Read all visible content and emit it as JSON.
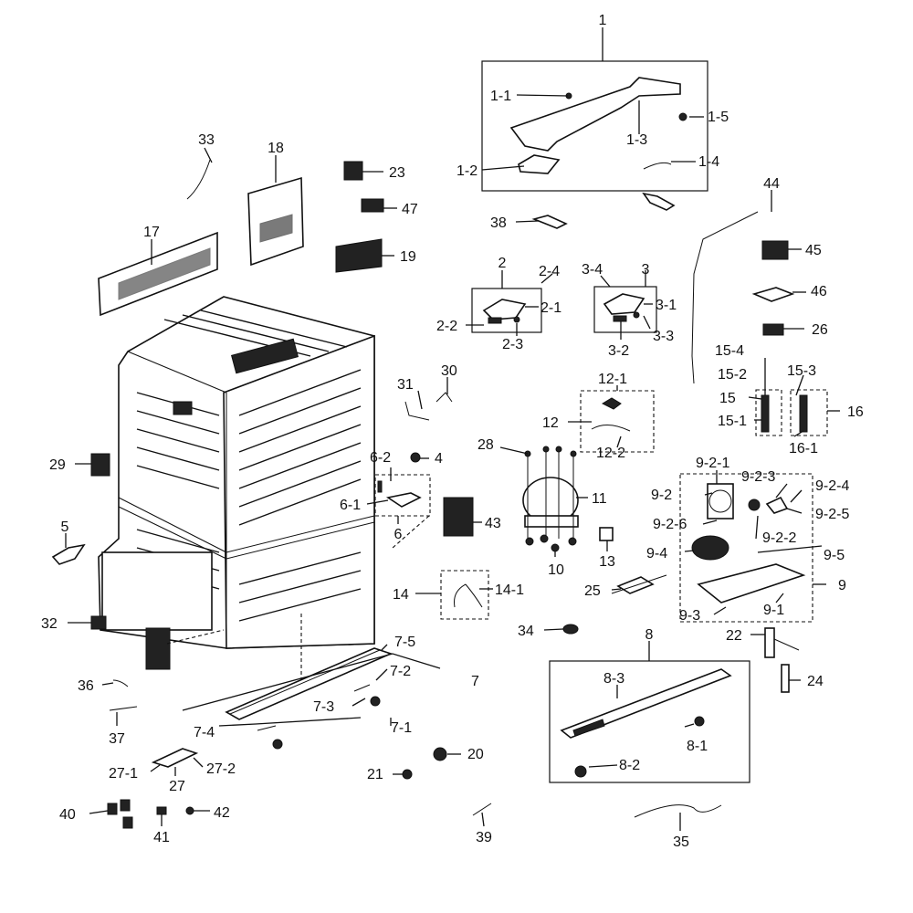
{
  "labels": {
    "p1": "1",
    "p1_1": "1-1",
    "p1_2": "1-2",
    "p1_3": "1-3",
    "p1_4": "1-4",
    "p1_5": "1-5",
    "p2": "2",
    "p2_1": "2-1",
    "p2_2": "2-2",
    "p2_3": "2-3",
    "p2_4": "2-4",
    "p3": "3",
    "p3_1": "3-1",
    "p3_2": "3-2",
    "p3_3": "3-3",
    "p3_4": "3-4",
    "p4": "4",
    "p5": "5",
    "p6": "6",
    "p6_1": "6-1",
    "p6_2": "6-2",
    "p7": "7",
    "p7_1": "7-1",
    "p7_2": "7-2",
    "p7_3": "7-3",
    "p7_4": "7-4",
    "p7_5": "7-5",
    "p8": "8",
    "p8_1": "8-1",
    "p8_2": "8-2",
    "p8_3": "8-3",
    "p9": "9",
    "p9_1": "9-1",
    "p9_2": "9-2",
    "p9_2_1": "9-2-1",
    "p9_2_2": "9-2-2",
    "p9_2_3": "9-2-3",
    "p9_2_4": "9-2-4",
    "p9_2_5": "9-2-5",
    "p9_2_6": "9-2-6",
    "p9_3": "9-3",
    "p9_4": "9-4",
    "p9_5": "9-5",
    "p10": "10",
    "p11": "11",
    "p12": "12",
    "p12_1": "12-1",
    "p12_2": "12-2",
    "p13": "13",
    "p14": "14",
    "p14_1": "14-1",
    "p15": "15",
    "p15_1": "15-1",
    "p15_2": "15-2",
    "p15_3": "15-3",
    "p15_4": "15-4",
    "p16": "16",
    "p16_1": "16-1",
    "p17": "17",
    "p18": "18",
    "p19": "19",
    "p20": "20",
    "p21": "21",
    "p22": "22",
    "p23": "23",
    "p24": "24",
    "p25": "25",
    "p26": "26",
    "p27": "27",
    "p27_1": "27-1",
    "p27_2": "27-2",
    "p28": "28",
    "p29": "29",
    "p30": "30",
    "p31": "31",
    "p32": "32",
    "p33": "33",
    "p34": "34",
    "p35": "35",
    "p36": "36",
    "p37": "37",
    "p38": "38",
    "p39": "39",
    "p40": "40",
    "p41": "41",
    "p42": "42",
    "p43": "43",
    "p44": "44",
    "p45": "45",
    "p46": "46",
    "p47": "47"
  }
}
